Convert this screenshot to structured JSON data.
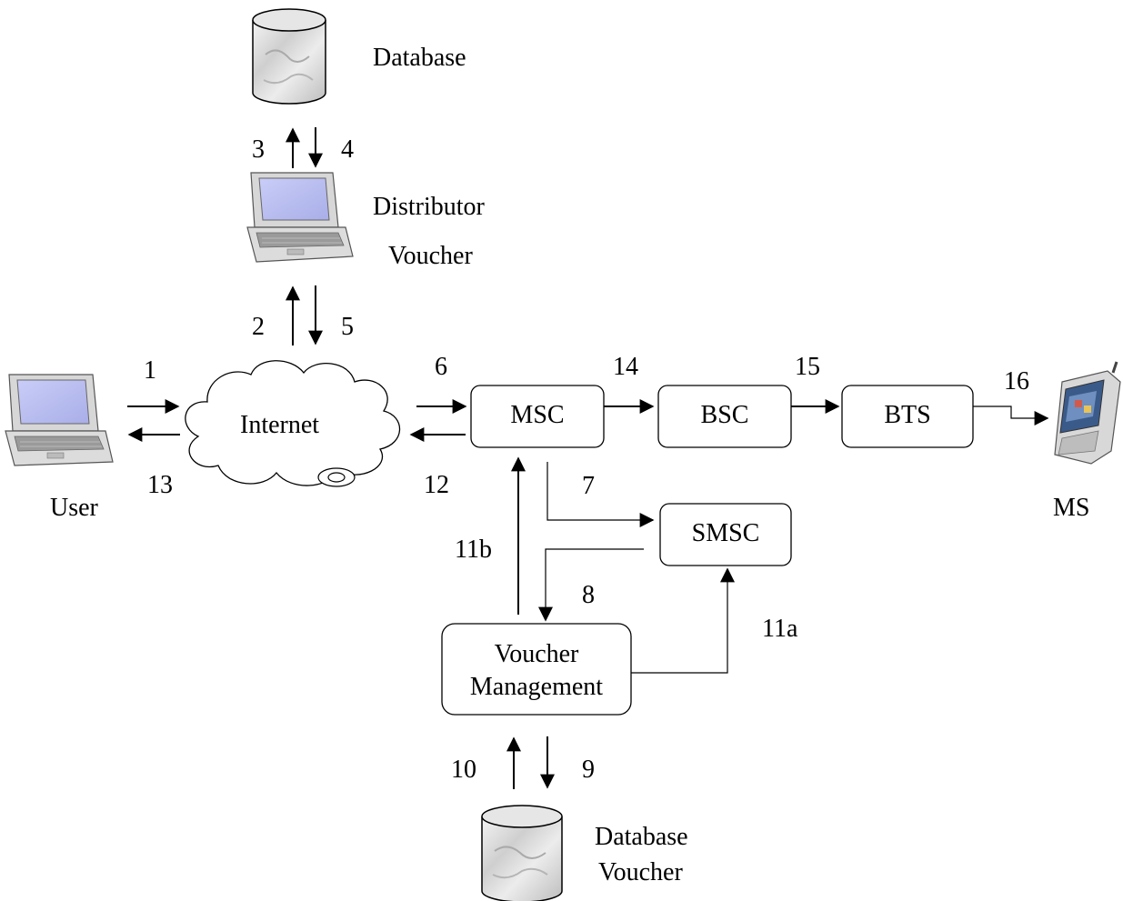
{
  "nodes": {
    "database": "Database",
    "distributor_line1": "Distributor",
    "distributor_line2": "Voucher",
    "user": "User",
    "internet": "Internet",
    "msc": "MSC",
    "bsc": "BSC",
    "bts": "BTS",
    "ms": "MS",
    "smsc": "SMSC",
    "voucher_mgmt_line1": "Voucher",
    "voucher_mgmt_line2": "Management",
    "db_voucher_line1": "Database",
    "db_voucher_line2": "Voucher"
  },
  "steps": {
    "s1": "1",
    "s2": "2",
    "s3": "3",
    "s4": "4",
    "s5": "5",
    "s6": "6",
    "s7": "7",
    "s8": "8",
    "s9": "9",
    "s10": "10",
    "s11a": "11a",
    "s11b": "11b",
    "s12": "12",
    "s13": "13",
    "s14": "14",
    "s15": "15",
    "s16": "16"
  },
  "icons": {
    "database": "database-cylinder-icon",
    "laptop": "laptop-icon",
    "cloud": "internet-cloud-icon",
    "phone": "mobile-phone-icon"
  }
}
